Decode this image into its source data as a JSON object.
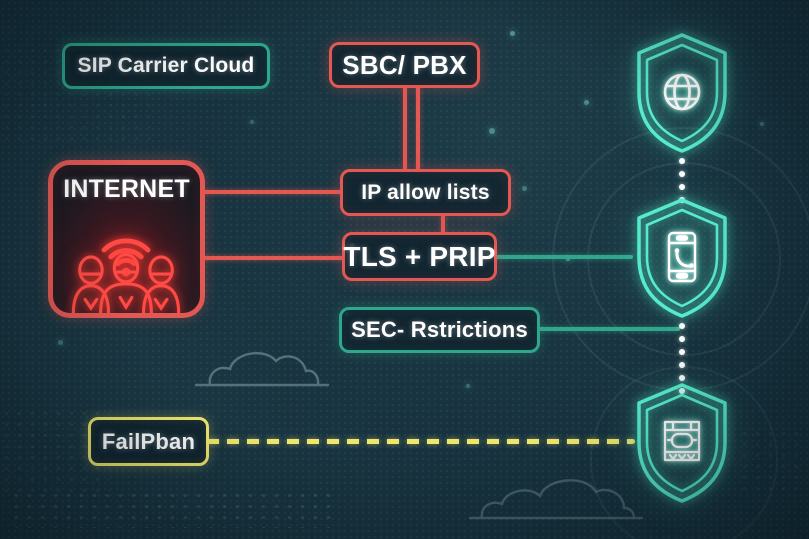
{
  "title": "SIP / VoIP security protection diagram",
  "colors": {
    "background": "#17323e",
    "red": "#e25853",
    "neonred": "#ff4a45",
    "teal": "#2ea78c",
    "mint": "#56eccb",
    "yellow": "#efe76d",
    "white": "#ffffff"
  },
  "nodes": {
    "sip_cloud": "SIP Carrier Cloud",
    "sbc_pbx": "SBC/ PBX",
    "internet": "INTERNET",
    "ip_allow_lists": "IP allow lists",
    "tls_prip": "TLS + PRIP",
    "sec_restrictions": "SEC- Rstrictions",
    "fail2ban": "FailPban"
  },
  "shields": [
    {
      "icon": "globe-icon"
    },
    {
      "icon": "phone-icon"
    },
    {
      "icon": "jail-icon"
    }
  ]
}
